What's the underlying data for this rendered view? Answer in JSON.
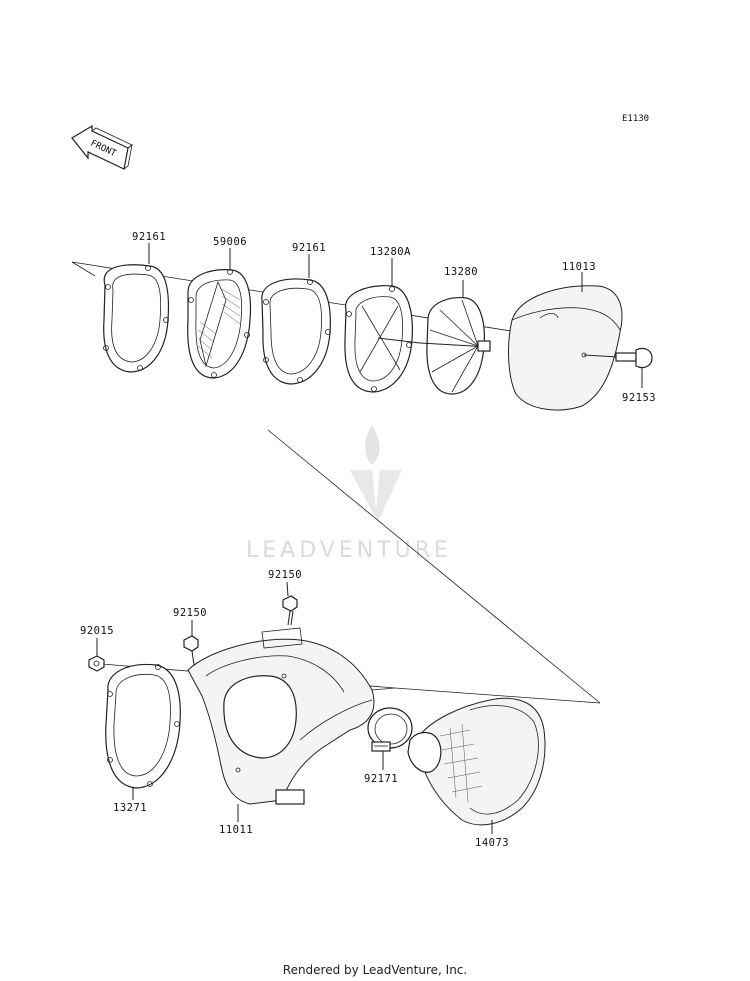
{
  "ref_code": "E1130",
  "front_label": "FRONT",
  "watermark": "LEADVENTURE",
  "footer": "Rendered by LeadVenture, Inc.",
  "parts": [
    {
      "id": "p92161a",
      "number": "92161"
    },
    {
      "id": "p59006",
      "number": "59006"
    },
    {
      "id": "p92161b",
      "number": "92161"
    },
    {
      "id": "p13280A",
      "number": "13280A"
    },
    {
      "id": "p13280",
      "number": "13280"
    },
    {
      "id": "p11013",
      "number": "11013"
    },
    {
      "id": "p92153",
      "number": "92153"
    },
    {
      "id": "p92150a",
      "number": "92150"
    },
    {
      "id": "p92150b",
      "number": "92150"
    },
    {
      "id": "p92015",
      "number": "92015"
    },
    {
      "id": "p13271",
      "number": "13271"
    },
    {
      "id": "p11011",
      "number": "11011"
    },
    {
      "id": "p92171",
      "number": "92171"
    },
    {
      "id": "p14073",
      "number": "14073"
    }
  ]
}
